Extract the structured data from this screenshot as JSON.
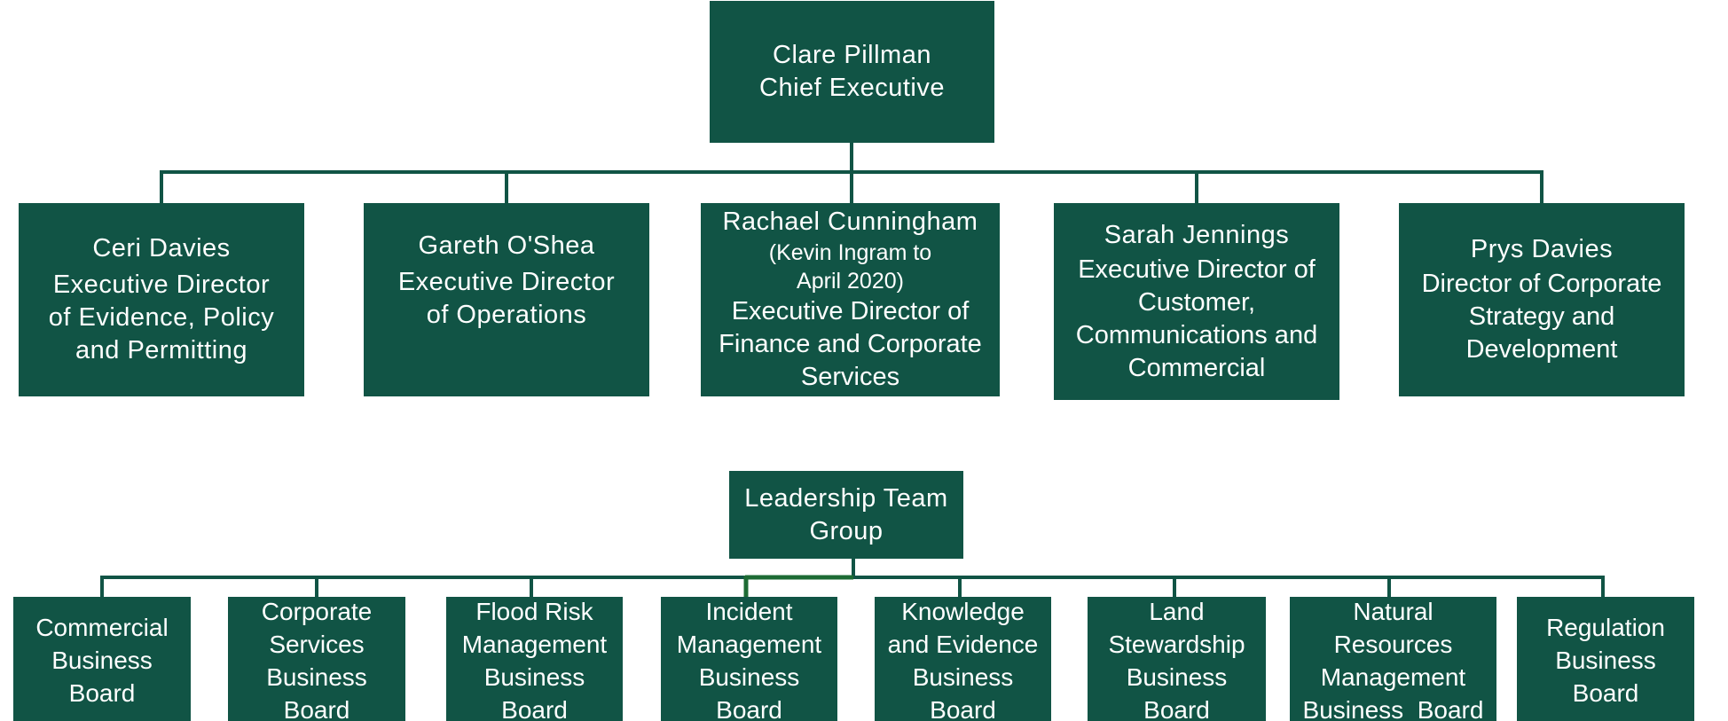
{
  "colors": {
    "box_fill": "#115445",
    "connector": "#115445",
    "text": "#ffffff"
  },
  "top": {
    "ceo": {
      "name": "Clare Pillman",
      "title": "Chief Executive"
    },
    "directors": [
      {
        "name": "Ceri Davies",
        "title_lines": [
          "Executive Director",
          "of Evidence, Policy",
          "and Permitting"
        ]
      },
      {
        "name": "Gareth O'Shea",
        "title_lines": [
          "Executive Director",
          "of Operations"
        ]
      },
      {
        "name": "Rachael Cunningham",
        "note_lines": [
          "(Kevin Ingram to",
          "April 2020)"
        ],
        "title_lines": [
          "Executive Director of",
          "Finance and Corporate",
          "Services"
        ]
      },
      {
        "name": "Sarah Jennings",
        "title_lines": [
          "Executive Director of",
          "Customer,",
          "Communications and",
          "Commercial"
        ]
      },
      {
        "name": "Prys Davies",
        "title_lines": [
          "Director of Corporate",
          "Strategy and",
          "Development"
        ]
      }
    ]
  },
  "bottom": {
    "group": {
      "lines": [
        "Leadership Team",
        "Group"
      ]
    },
    "boards": [
      {
        "lines": [
          "Commercial",
          "Business",
          "Board"
        ]
      },
      {
        "lines": [
          "Corporate",
          "Services",
          "Business",
          "Board"
        ]
      },
      {
        "lines": [
          "Flood Risk",
          "Management",
          "Business",
          "Board"
        ]
      },
      {
        "lines": [
          "Incident",
          "Management",
          "Business",
          "Board"
        ]
      },
      {
        "lines": [
          "Knowledge",
          "and Evidence",
          "Business",
          "Board"
        ]
      },
      {
        "lines": [
          "Land",
          "Stewardship",
          "Business",
          "Board"
        ]
      },
      {
        "lines": [
          "Natural",
          "Resources",
          "Management",
          "Business  Board"
        ]
      },
      {
        "lines": [
          "Regulation",
          "Business",
          "Board"
        ]
      }
    ]
  }
}
